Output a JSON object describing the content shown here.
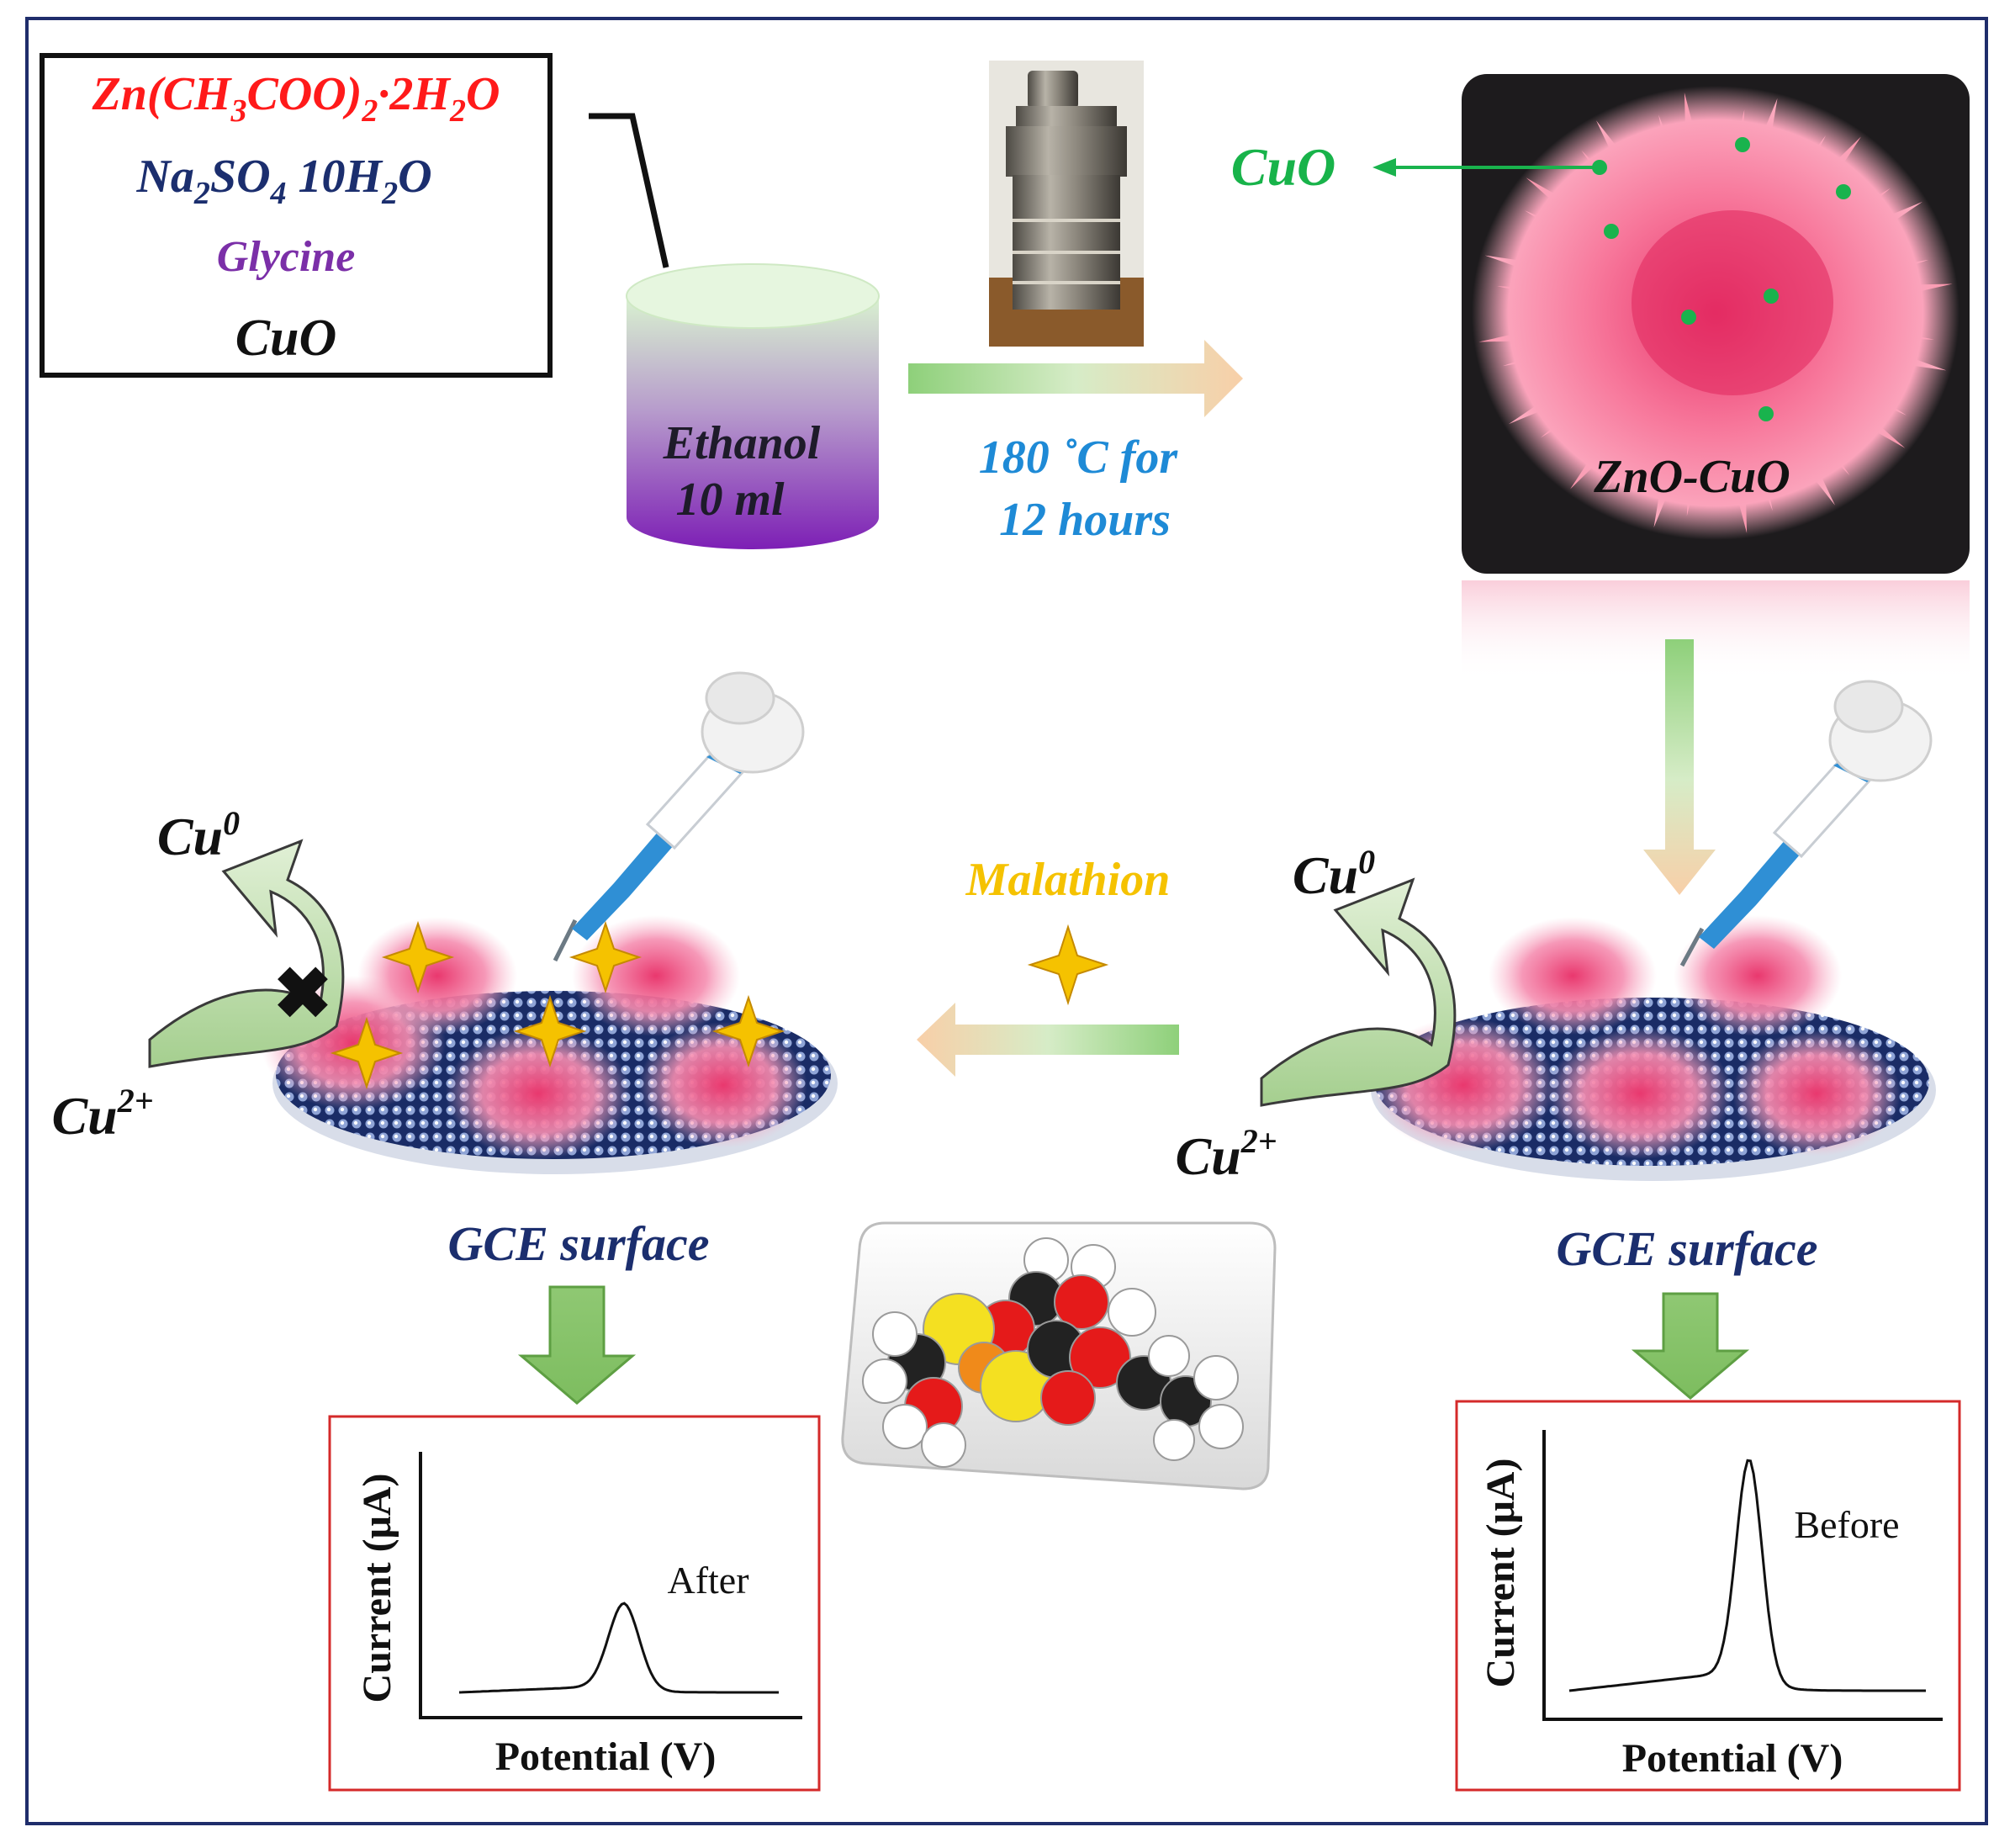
{
  "reagents": {
    "zinc_main": "Zn(CH",
    "zinc_sub3": "3",
    "zinc_mid": "COO)",
    "zinc_sub2": "2",
    "zinc_dot": "·2H",
    "zinc_sub2b": "2",
    "zinc_end": "O",
    "sulfate_main": "Na",
    "sulfate_sub2": "2",
    "sulfate_mid": "SO",
    "sulfate_sub4": "4",
    "sulfate_end": " 10H",
    "sulfate_sub2b": "2",
    "sulfate_o": "O",
    "glycine": "Glycine",
    "cuo": "CuO"
  },
  "solvent": {
    "line1": "Ethanol",
    "line2": "10 ml"
  },
  "conditions": {
    "line1": "180 ˚C for",
    "line2": "12 hours"
  },
  "product": {
    "cuo_label": "CuO",
    "composite_label": "ZnO-CuO"
  },
  "left_electrode": {
    "cu0": "Cu",
    "cu0_sup": "0",
    "cu2": "Cu",
    "cu2_sup": "2+",
    "surface": "GCE surface"
  },
  "right_electrode": {
    "cu0": "Cu",
    "cu0_sup": "0",
    "cu2": "Cu",
    "cu2_sup": "2+",
    "surface": "GCE surface"
  },
  "analyte": {
    "label": "Malathion"
  },
  "plot_after": {
    "ylabel": "Current (μA)",
    "xlabel": "Potential (V)",
    "curve_label": "After"
  },
  "plot_before": {
    "ylabel": "Current (μA)",
    "xlabel": "Potential (V)",
    "curve_label": "Before"
  },
  "colors": {
    "border": "#1f2d6b",
    "zinc": "#ff1a1a",
    "sulfate": "#1b2e6e",
    "glycine": "#7b2fa8",
    "cuo_green": "#18b34a",
    "condition_blue": "#1e8ad6",
    "malathion_gold": "#f5c200",
    "plot_frame": "#d42a2a",
    "pink": "#f26b8f"
  }
}
